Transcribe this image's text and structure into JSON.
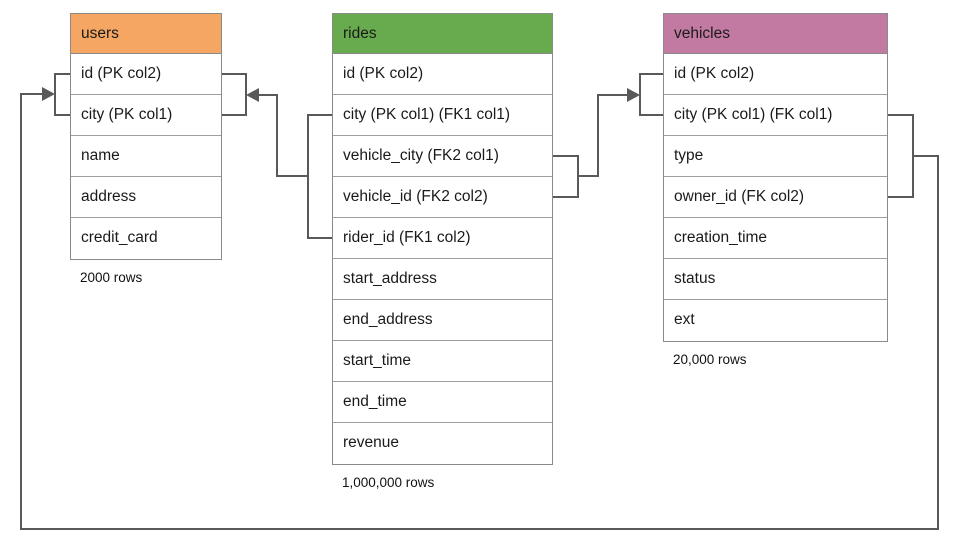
{
  "diagram": {
    "colors": {
      "line": "#595959",
      "table_border": "#8a8a8a",
      "users_header": "#F4A662",
      "rides_header": "#68AB4E",
      "vehicles_header": "#C279A2"
    },
    "tables": [
      {
        "name": "users",
        "header_color": "#F4A662",
        "rows": [
          "id (PK col2)",
          "city (PK col1)",
          "name",
          "address",
          "credit_card"
        ],
        "row_count_label": "2000 rows"
      },
      {
        "name": "rides",
        "header_color": "#68AB4E",
        "rows": [
          "id (PK col2)",
          "city (PK col1) (FK1 col1)",
          "vehicle_city (FK2 col1)",
          "vehicle_id (FK2 col2)",
          "rider_id (FK1 col2)",
          "start_address",
          "end_address",
          "start_time",
          "end_time",
          "revenue"
        ],
        "row_count_label": "1,000,000 rows"
      },
      {
        "name": "vehicles",
        "header_color": "#C279A2",
        "rows": [
          "id (PK col2)",
          "city (PK col1) (FK col1)",
          "type",
          "owner_id (FK col2)",
          "creation_time",
          "status",
          "ext"
        ],
        "row_count_label": "20,000 rows"
      }
    ],
    "relationships": [
      {
        "from": "rides (city, rider_id) FK1",
        "to": "users (city, id)"
      },
      {
        "from": "rides (vehicle_city, vehicle_id) FK2",
        "to": "vehicles (city, id)"
      },
      {
        "from": "vehicles (city, owner_id) FK",
        "to": "users (city, id)"
      }
    ]
  }
}
